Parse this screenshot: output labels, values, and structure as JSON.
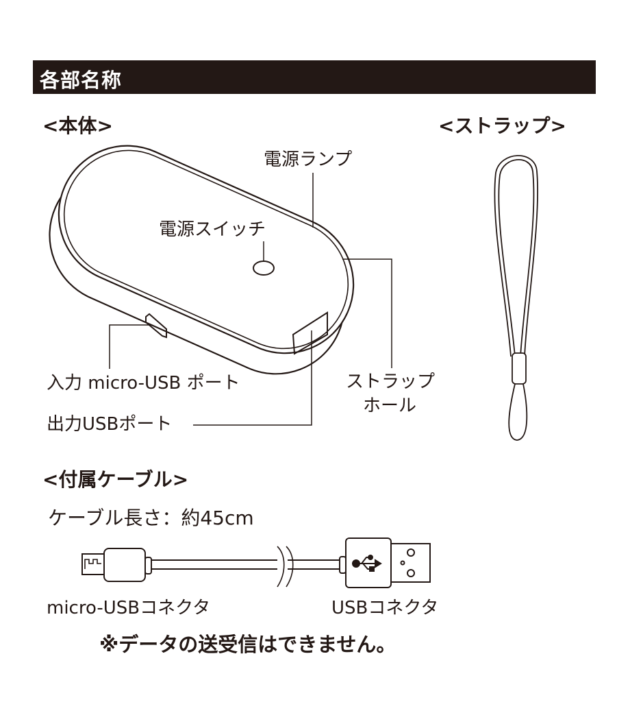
{
  "header": {
    "title": "各部名称"
  },
  "main_unit": {
    "heading": "<本体>",
    "labels": {
      "power_lamp": "電源ランプ",
      "power_switch": "電源スイッチ",
      "input_port": "入力 micro-USB ポート",
      "output_port": "出力USBポート",
      "strap_hole_line1": "ストラップ",
      "strap_hole_line2": "ホール"
    }
  },
  "strap": {
    "heading": "<ストラップ>"
  },
  "cable": {
    "heading": "<付属ケーブル>",
    "length": "ケーブル長さ：約45cm",
    "micro_label": "micro-USBコネクタ",
    "usb_label": "USBコネクタ",
    "note": "※データの送受信はできません。"
  },
  "colors": {
    "ink": "#231815",
    "background": "#ffffff"
  }
}
